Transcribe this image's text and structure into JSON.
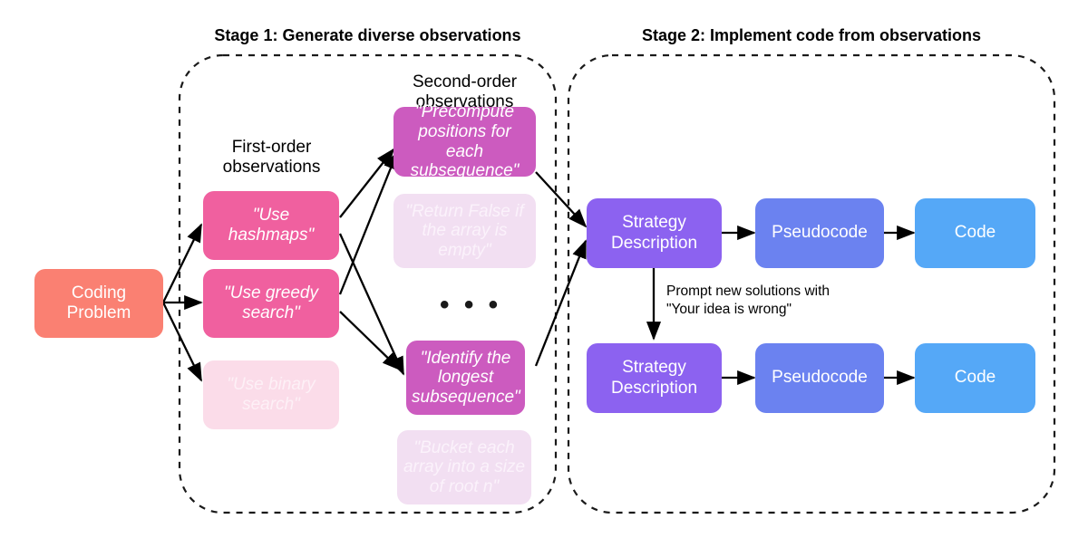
{
  "stages": [
    {
      "id": "stage1",
      "title": "Stage 1: Generate diverse observations"
    },
    {
      "id": "stage2",
      "title": "Stage 2: Implement code from observations"
    }
  ],
  "group_labels": [
    {
      "id": "first-order",
      "text": "First-order\nobservations"
    },
    {
      "id": "second-order",
      "text": "Second-order\nobservations"
    }
  ],
  "ellipsis": "• • •",
  "edge_labels": [
    {
      "id": "prompt-new-solutions",
      "text": "Prompt new solutions with\n\"Your idea is wrong\""
    }
  ],
  "nodes": {
    "problem": {
      "label": "Coding Problem",
      "color": "#fa8072"
    },
    "first_order": [
      {
        "label": "\"Use hashmaps\"",
        "color": "#f0609f",
        "state": "active"
      },
      {
        "label": "\"Use greedy search\"",
        "color": "#f0609f",
        "state": "active"
      },
      {
        "label": "\"Use binary search\"",
        "color": "#fbdce9",
        "state": "faded"
      }
    ],
    "second_order": [
      {
        "label": "\"Precompute positions for each subsequence\"",
        "color": "#cc5bbf",
        "state": "active"
      },
      {
        "label": "\"Return False if the array is empty\"",
        "color": "#f2dff2",
        "state": "faded"
      },
      {
        "label": "\"Identify the longest subsequence\"",
        "color": "#cc5bbf",
        "state": "active"
      },
      {
        "label": "\"Bucket each array into a size of root n\"",
        "color": "#f2dff2",
        "state": "faded"
      }
    ],
    "pipeline_row1": [
      {
        "label": "Strategy Description",
        "color": "#8c62f0"
      },
      {
        "label": "Pseudocode",
        "color": "#6b82f0"
      },
      {
        "label": "Code",
        "color": "#55a8f7"
      }
    ],
    "pipeline_row2": [
      {
        "label": "Strategy Description",
        "color": "#8c62f0"
      },
      {
        "label": "Pseudocode",
        "color": "#6b82f0"
      },
      {
        "label": "Code",
        "color": "#55a8f7"
      }
    ]
  },
  "colors": {
    "problem": "#fa8072",
    "first_order_active": "#f0609f",
    "first_order_faded": "#fbdce9",
    "second_order_active": "#cc5bbf",
    "second_order_faded": "#f2dff2",
    "strategy": "#8c62f0",
    "pseudocode": "#6b82f0",
    "code": "#55a8f7",
    "arrow": "#000000",
    "container_border": "#1a1a1a",
    "background": "#ffffff"
  }
}
